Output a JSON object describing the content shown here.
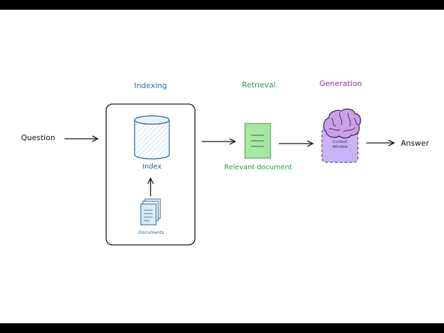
{
  "sections": {
    "indexing": "Indexing",
    "retrieval": "Retrieval",
    "generation": "Generation"
  },
  "nodes": {
    "question": "Question",
    "index": "Index",
    "documents": "Documents",
    "relevant_document": "Relevant document",
    "context_window": [
      "Context",
      "Window"
    ],
    "answer": "Answer"
  },
  "colors": {
    "indexing": "#1f6fb2",
    "retrieval": "#2b9a3e",
    "generation": "#8e35b0",
    "index_fill": "#d9ecf7",
    "doc_fill": "#a8e6a3",
    "brain_fill": "#c9a2e6",
    "context_fill": "#c9b2f5"
  }
}
